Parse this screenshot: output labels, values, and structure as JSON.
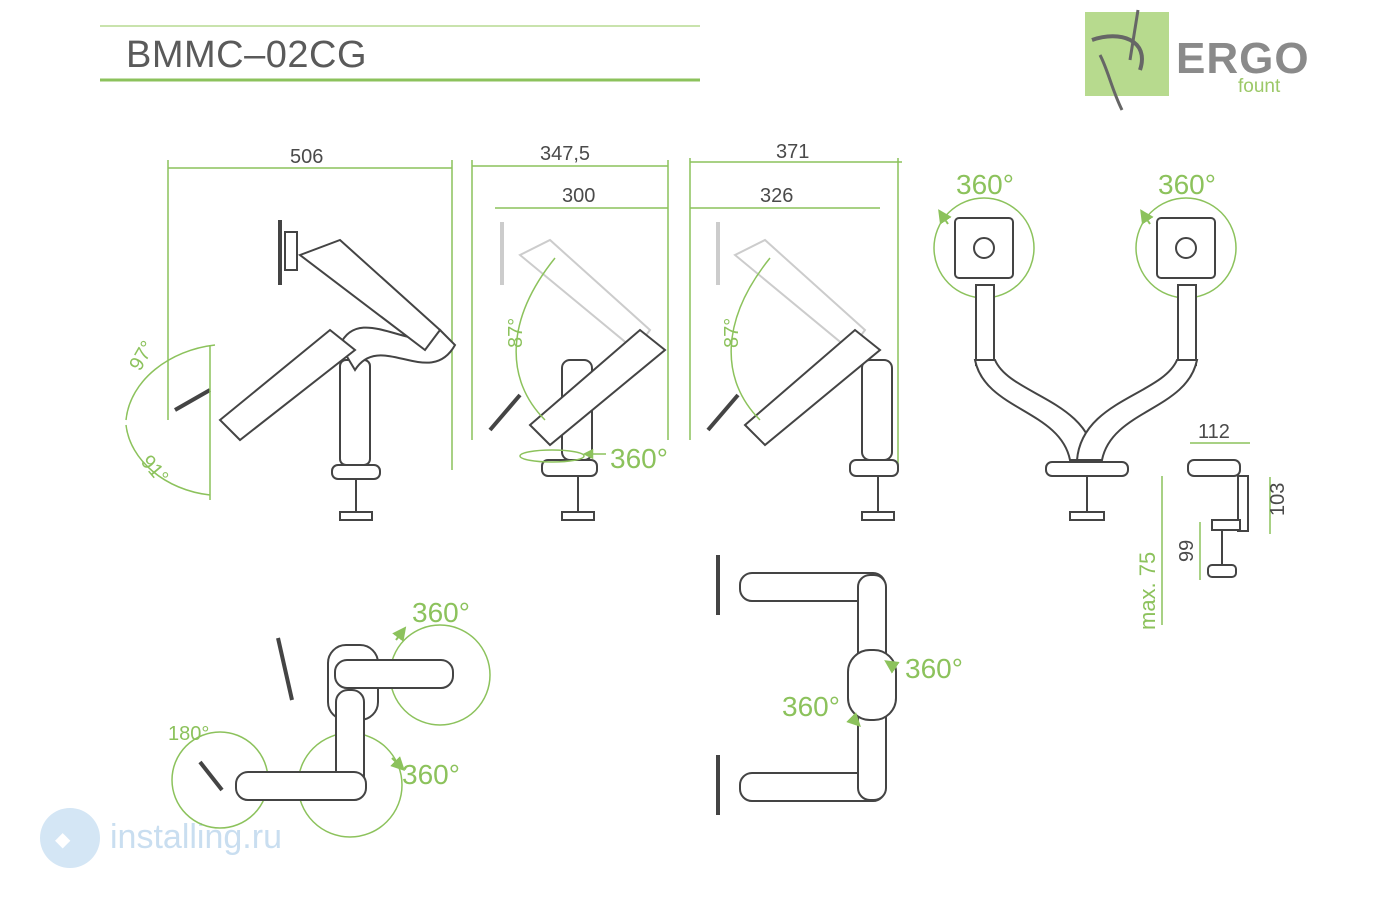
{
  "header": {
    "model": "BMMC–02CG"
  },
  "logo": {
    "word": "ERGO",
    "sub": "fount"
  },
  "watermark": "installing.ru",
  "colors": {
    "accent_green": "#8cc25c",
    "line_gray": "#444444",
    "logo_bg": "#b7da8e"
  },
  "dimensions": {
    "side_reach": "506",
    "mid_outer": "347,5",
    "mid_inner": "300",
    "right_outer": "371",
    "right_inner": "326",
    "clamp_width": "112",
    "clamp_height": "103",
    "clamp_gap": "99",
    "max_thickness": "max. 75"
  },
  "angles": {
    "tilt_up": "97°",
    "tilt_down": "91°",
    "lift_a": "87°",
    "lift_b": "87°",
    "base_swivel": "360°",
    "rotate_left": "360°",
    "rotate_right": "360°",
    "top_upper": "360°",
    "top_lower": "360°",
    "top_flip": "180°",
    "top2_right": "360°",
    "top2_left": "360°"
  }
}
